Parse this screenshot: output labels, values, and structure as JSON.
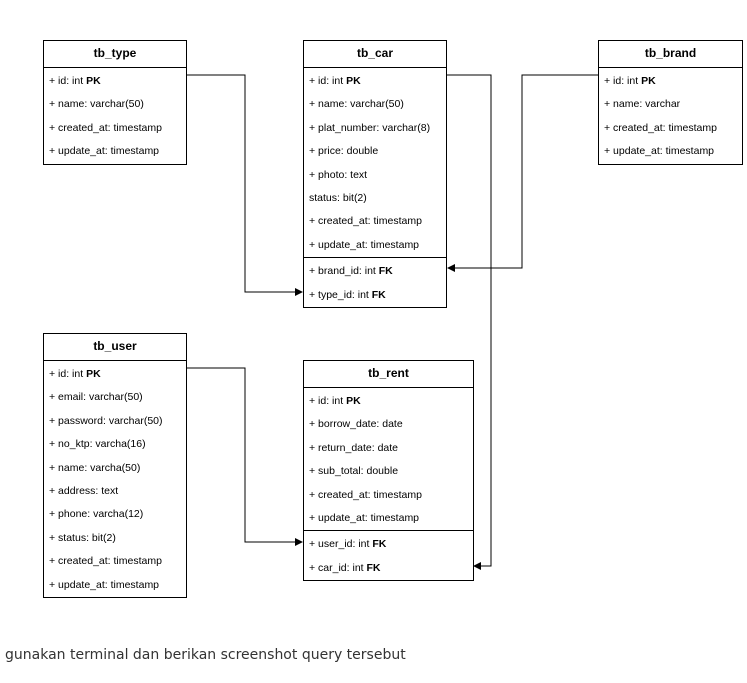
{
  "entities": {
    "tb_type": {
      "title": "tb_type",
      "attrs": [
        {
          "text": "+ id: int ",
          "key": "PK"
        },
        {
          "text": "+ name: varchar(50)",
          "key": ""
        },
        {
          "text": "+ created_at: timestamp",
          "key": ""
        },
        {
          "text": "+ update_at: timestamp",
          "key": ""
        }
      ],
      "fks": []
    },
    "tb_car": {
      "title": "tb_car",
      "attrs": [
        {
          "text": "+ id: int ",
          "key": "PK"
        },
        {
          "text": "+ name: varchar(50)",
          "key": ""
        },
        {
          "text": "+ plat_number: varchar(8)",
          "key": ""
        },
        {
          "text": "+ price: double",
          "key": ""
        },
        {
          "text": "+ photo: text",
          "key": ""
        },
        {
          "text": "status: bit(2)",
          "key": ""
        },
        {
          "text": "+ created_at: timestamp",
          "key": ""
        },
        {
          "text": "+ update_at: timestamp",
          "key": ""
        }
      ],
      "fks": [
        {
          "text": "+ brand_id: int ",
          "key": "FK"
        },
        {
          "text": "+ type_id: int ",
          "key": "FK"
        }
      ]
    },
    "tb_brand": {
      "title": "tb_brand",
      "attrs": [
        {
          "text": "+ id: int ",
          "key": "PK"
        },
        {
          "text": "+ name: varchar",
          "key": ""
        },
        {
          "text": "+ created_at: timestamp",
          "key": ""
        },
        {
          "text": "+ update_at: timestamp",
          "key": ""
        }
      ],
      "fks": []
    },
    "tb_user": {
      "title": "tb_user",
      "attrs": [
        {
          "text": "+ id: int ",
          "key": "PK"
        },
        {
          "text": "+ email: varchar(50)",
          "key": ""
        },
        {
          "text": "+ password: varchar(50)",
          "key": ""
        },
        {
          "text": "+ no_ktp: varcha(16)",
          "key": ""
        },
        {
          "text": "+ name: varcha(50)",
          "key": ""
        },
        {
          "text": "+ address: text",
          "key": ""
        },
        {
          "text": "+ phone: varcha(12)",
          "key": ""
        },
        {
          "text": "+ status: bit(2)",
          "key": ""
        },
        {
          "text": "+ created_at: timestamp",
          "key": ""
        },
        {
          "text": "+ update_at: timestamp",
          "key": ""
        }
      ],
      "fks": []
    },
    "tb_rent": {
      "title": "tb_rent",
      "attrs": [
        {
          "text": "+ id: int ",
          "key": "PK"
        },
        {
          "text": "+ borrow_date: date",
          "key": ""
        },
        {
          "text": "+ return_date: date",
          "key": ""
        },
        {
          "text": "+ sub_total: double",
          "key": ""
        },
        {
          "text": "+ created_at: timestamp",
          "key": ""
        },
        {
          "text": "+ update_at: timestamp",
          "key": ""
        }
      ],
      "fks": [
        {
          "text": "+ user_id: int ",
          "key": "FK"
        },
        {
          "text": "+ car_id: int ",
          "key": "FK"
        }
      ]
    }
  },
  "relations": [
    {
      "from": "tb_type.id",
      "to": "tb_car.type_id"
    },
    {
      "from": "tb_brand.id",
      "to": "tb_car.brand_id"
    },
    {
      "from": "tb_user.id",
      "to": "tb_rent.user_id"
    },
    {
      "from": "tb_car.id",
      "to": "tb_rent.car_id"
    }
  ],
  "caption": "gunakan terminal dan berikan screenshot query tersebut"
}
